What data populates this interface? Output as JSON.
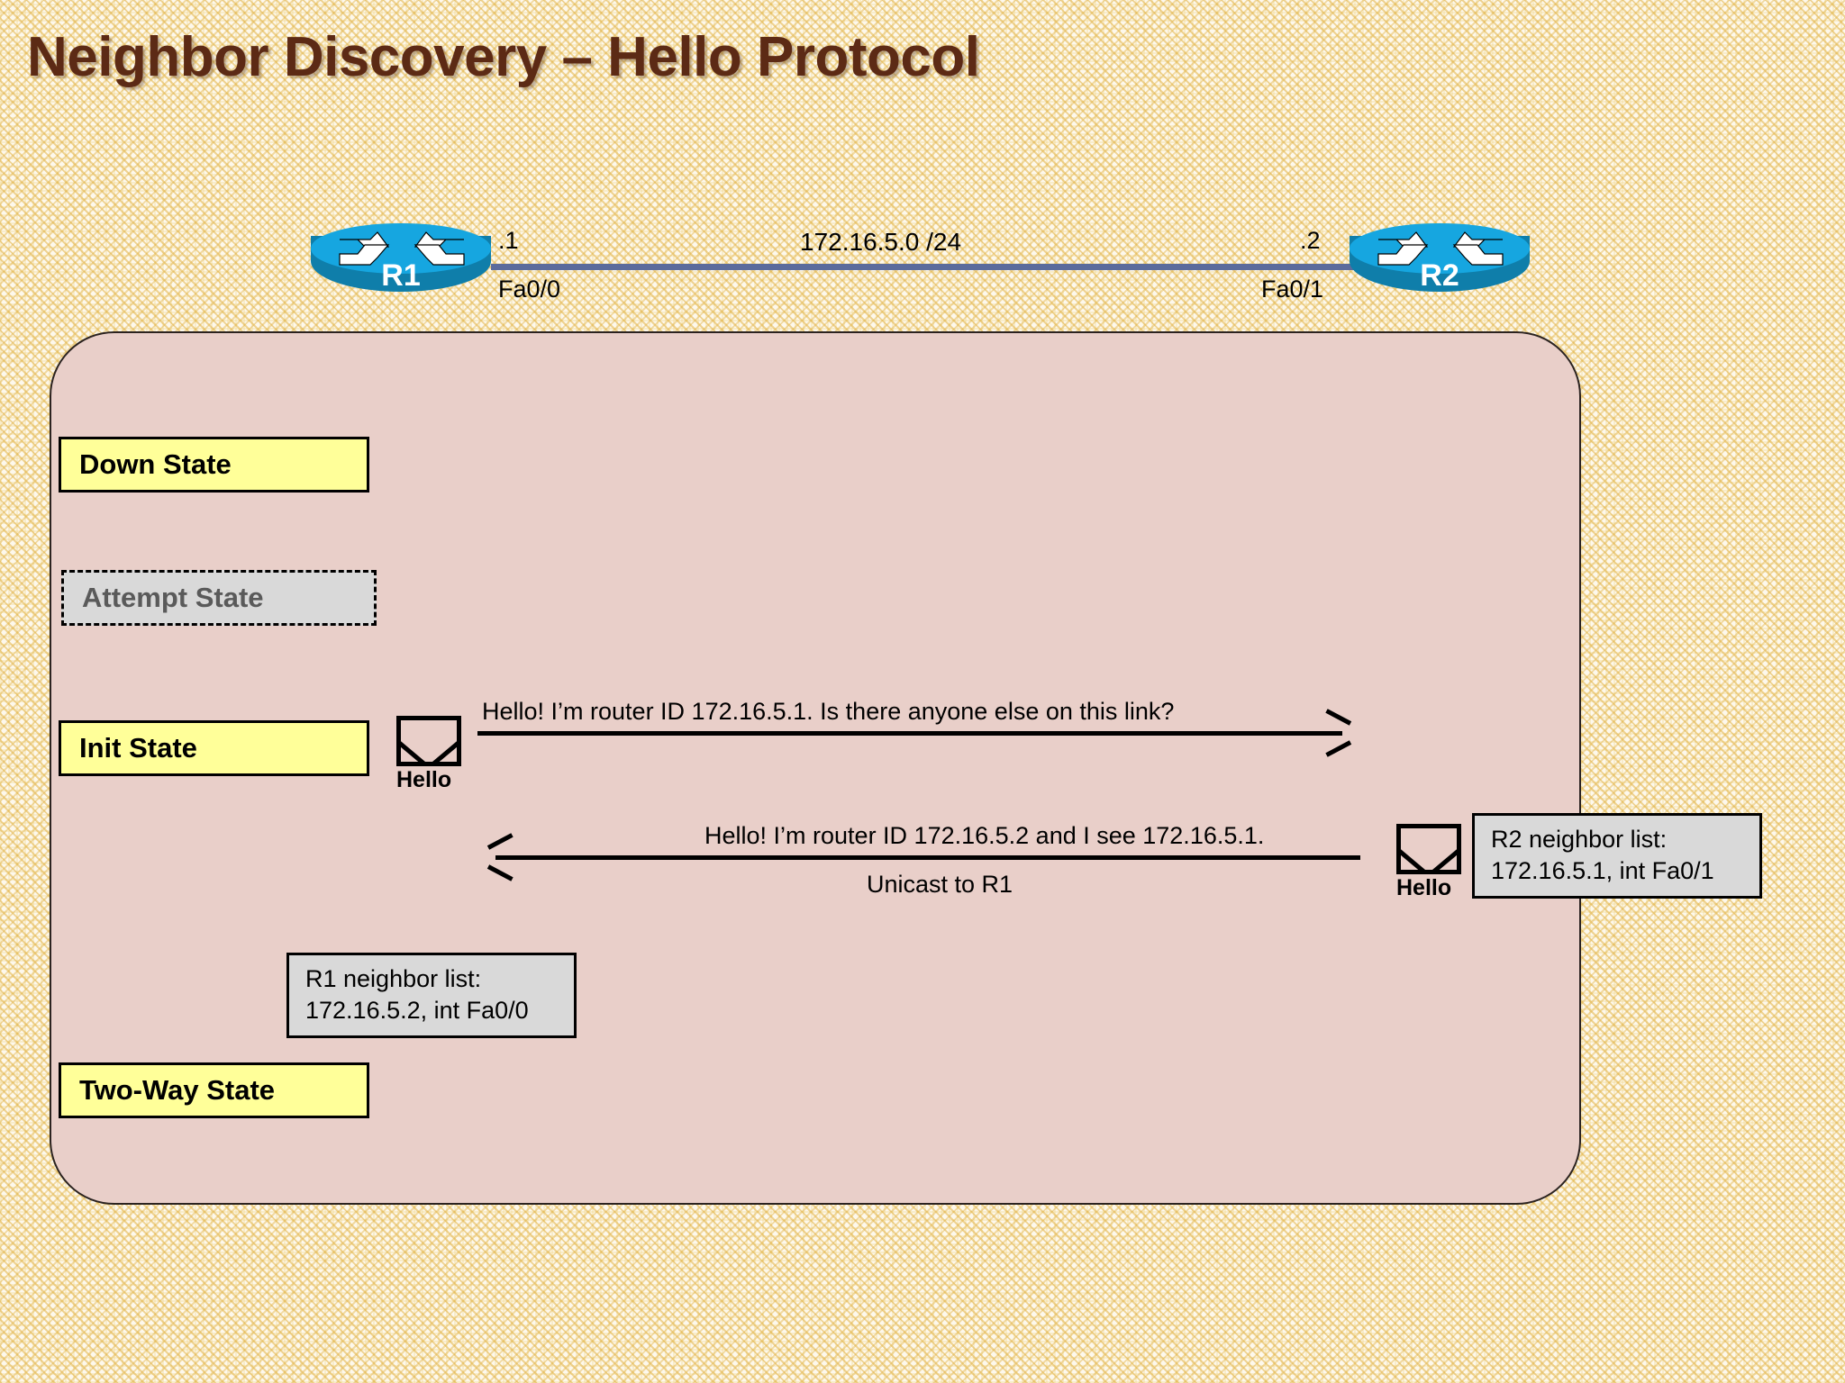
{
  "slide": {
    "title": "Neighbor Discovery – Hello Protocol",
    "background_color": "#fdf8ec",
    "title_color": "#5c2a15",
    "panel_color": "#e9cfc9"
  },
  "topology": {
    "subnet_label": "172.16.5.0 /24",
    "link_color": "#5b6b9c",
    "routers": [
      {
        "name": "R1",
        "ip_last_octet": ".1",
        "interface": "Fa0/0",
        "icon": "router-icon",
        "top_color": "#16a6e0",
        "body_color": "#0f7eaa"
      },
      {
        "name": "R2",
        "ip_last_octet": ".2",
        "interface": "Fa0/1",
        "icon": "router-icon",
        "top_color": "#16a6e0",
        "body_color": "#0f7eaa"
      }
    ]
  },
  "states": [
    {
      "id": "down",
      "label": "Down State",
      "style": "yellow",
      "fill": "#ffff99",
      "border": "solid"
    },
    {
      "id": "attempt",
      "label": "Attempt State",
      "style": "gray",
      "fill": "#d9d9d9",
      "border": "dashed"
    },
    {
      "id": "init",
      "label": "Init State",
      "style": "yellow",
      "fill": "#ffff99",
      "border": "solid"
    },
    {
      "id": "twoway",
      "label": "Two-Way State",
      "style": "yellow",
      "fill": "#ffff99",
      "border": "solid"
    }
  ],
  "messages": [
    {
      "id": "hello-r1-to-r2",
      "envelope_label": "Hello",
      "envelope_icon": "envelope-icon",
      "text": "Hello!  I’m router ID 172.16.5.1. Is there anyone else on this link?",
      "sub_text": "",
      "direction": "right"
    },
    {
      "id": "hello-r2-to-r1",
      "envelope_label": "Hello",
      "envelope_icon": "envelope-icon",
      "text": "Hello!  I’m router ID 172.16.5.2 and I see 172.16.5.1.",
      "sub_text": "Unicast to R1",
      "direction": "left"
    }
  ],
  "neighbor_lists": [
    {
      "id": "r1",
      "line1": "R1 neighbor list:",
      "line2": "172.16.5.2, int Fa0/0",
      "fill": "#d9d9d9"
    },
    {
      "id": "r2",
      "line1": "R2 neighbor list:",
      "line2": "172.16.5.1, int Fa0/1",
      "fill": "#d9d9d9"
    }
  ]
}
